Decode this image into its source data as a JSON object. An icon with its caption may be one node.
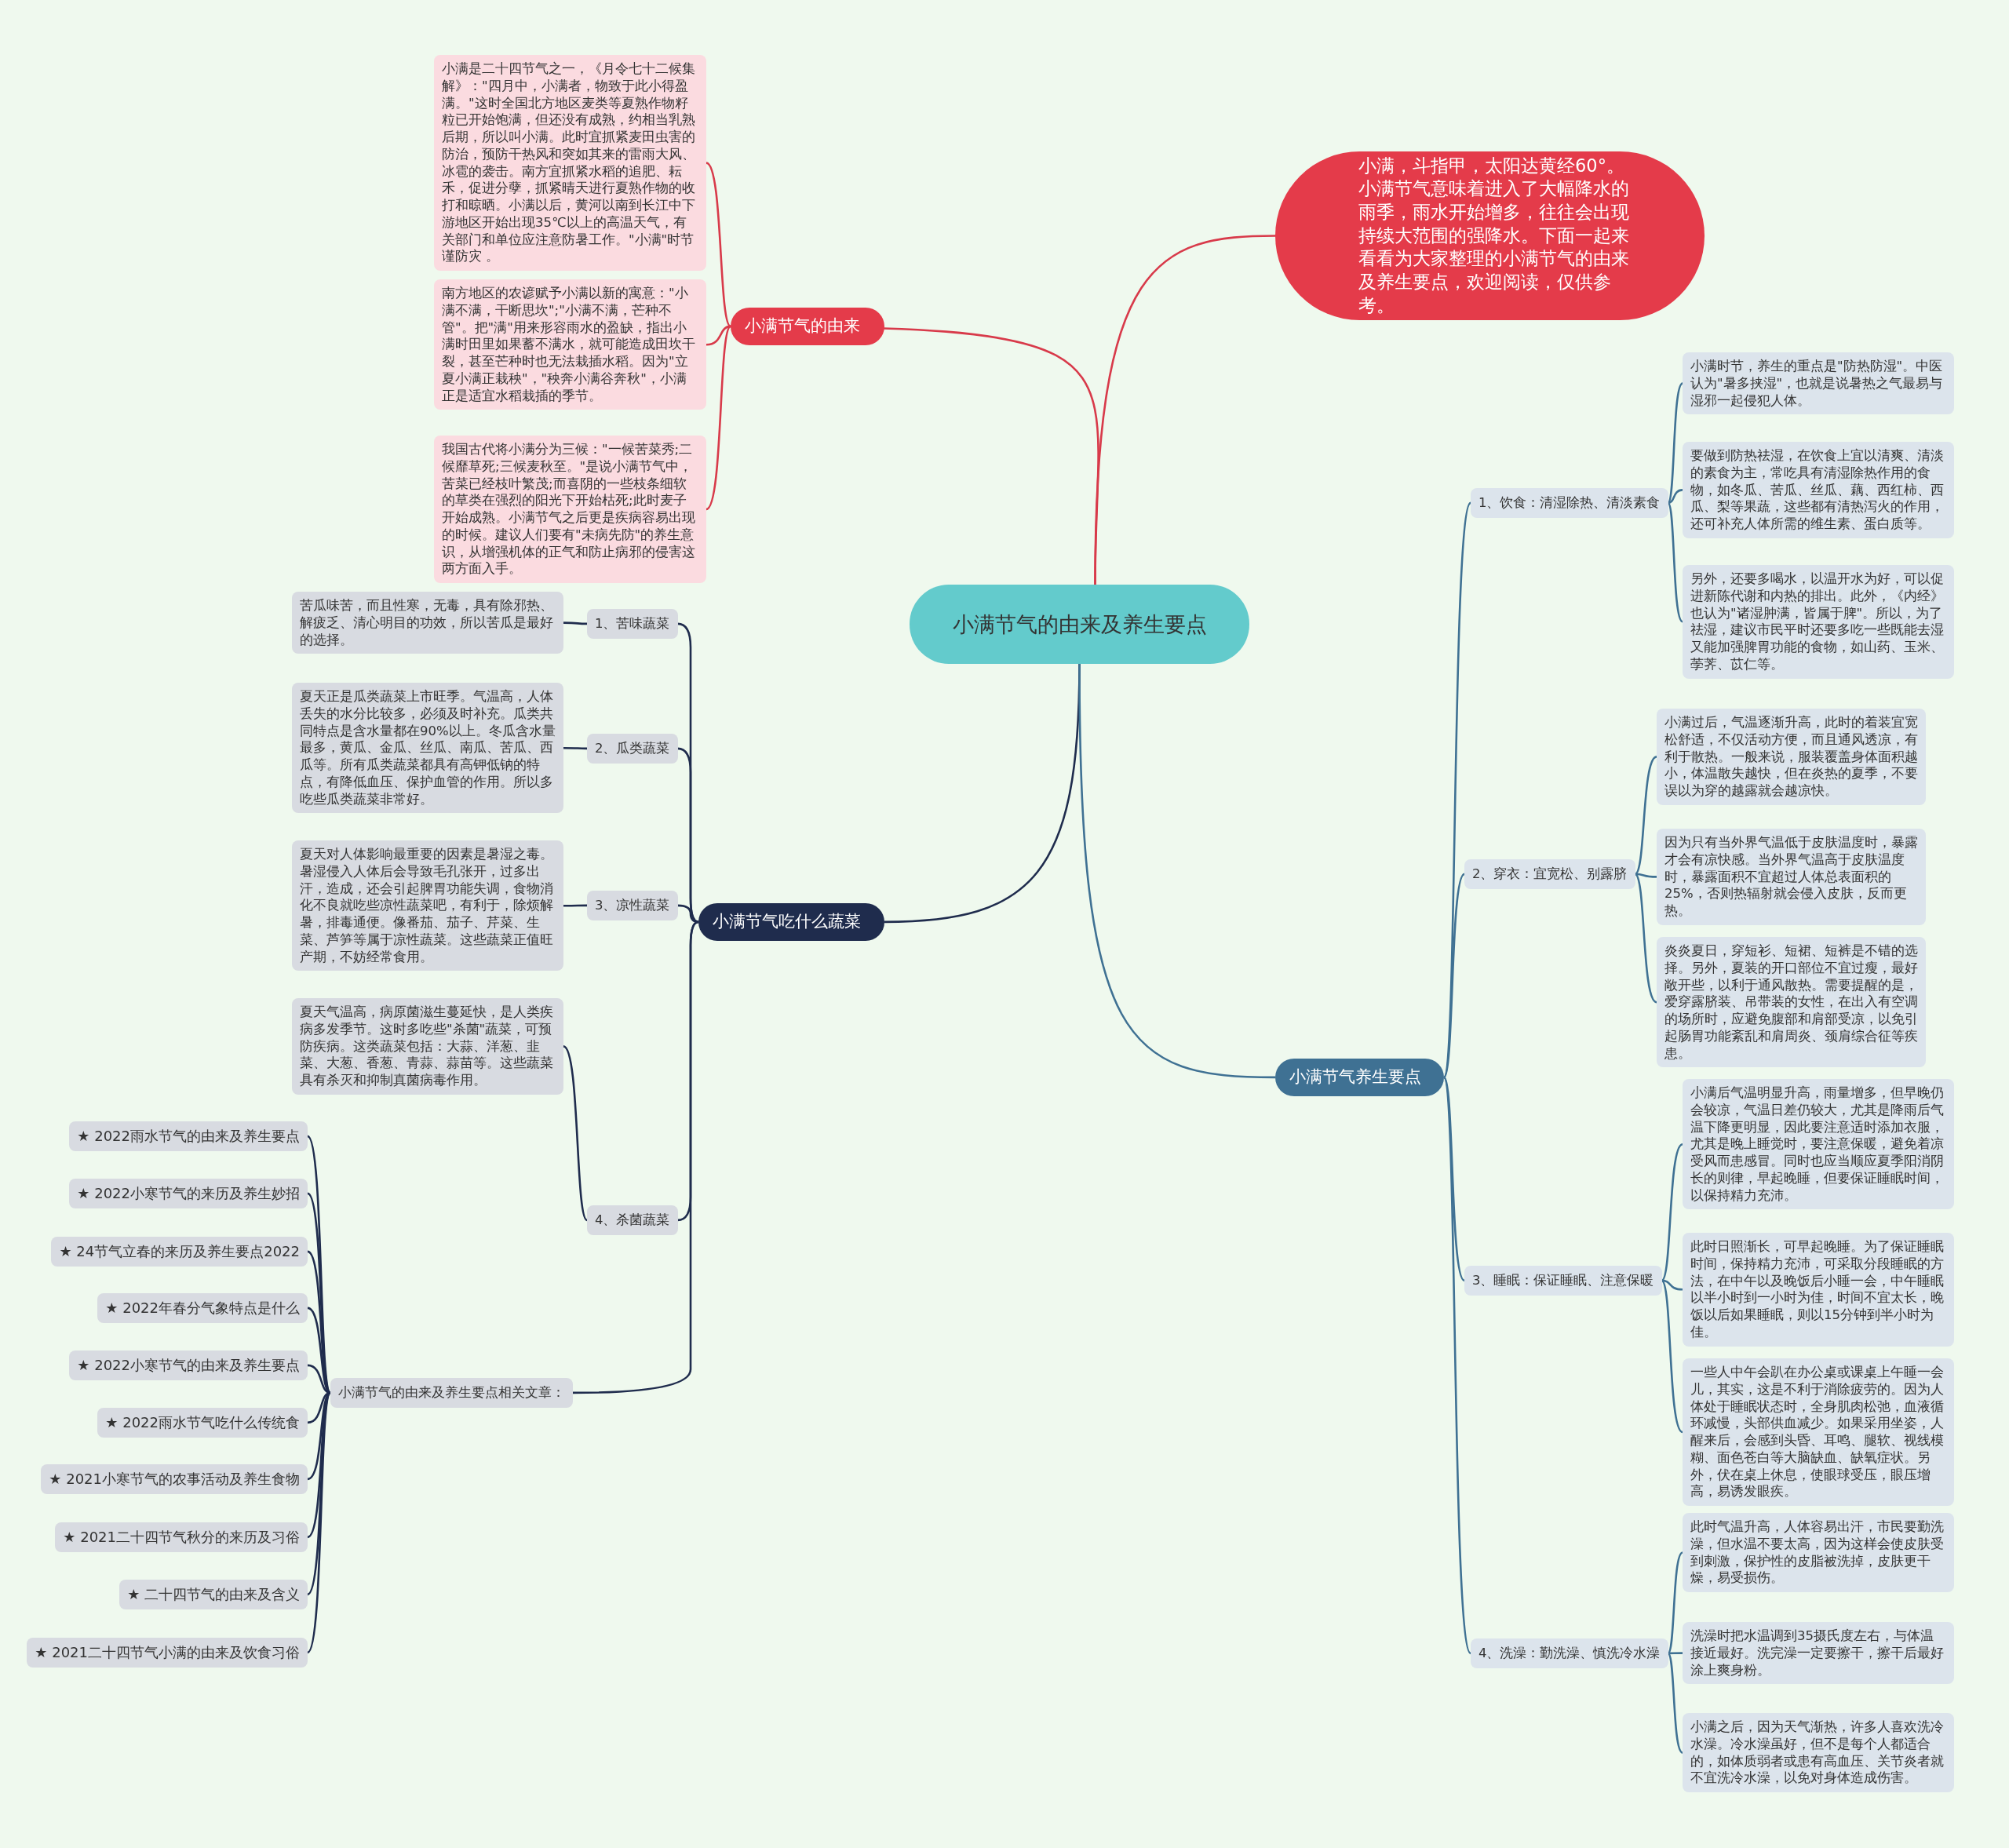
{
  "diagram": {
    "nodes": [
      {
        "text": [
          "小满节气的由来及养生要点"
        ]
      },
      {
        "text": [
          "小满，斗指甲，太阳达黄经60°。小满节气意味着进入了大幅降水的雨季，雨水开始增多，往往会出现持续大范围的强降水。下面一起来看看为大家整理的小满节气的由来及养生要点，欢迎阅读，仅供参考。"
        ]
      },
      {
        "text": [
          "小满节气的由来"
        ]
      },
      {
        "text": [
          "小满是二十四节气之一，《月令七十二候集解》：\"四月中，小满者，物致于此小得盈满。\"这时全国北方地区麦类等夏熟作物籽粒已开始饱满，但还没有成熟，约相当乳熟后期，所以叫小满。此时宜抓紧麦田虫害的防治，预防干热风和突如其来的雷雨大风、冰雹的袭击。南方宜抓紧水稻的追肥、耘禾，促进分孽，抓紧晴天进行夏熟作物的收打和晾晒。小满以后，黄河以南到长江中下游地区开始出现35℃以上的高温天气，有关部门和单位应注意防暑工作。\"小满\"时节谨防灾 。"
        ]
      },
      {
        "text": [
          "南方地区的农谚赋予小满以新的寓意：\"小满不满，干断思坎\";\"小满不满，芒种不管\"。把\"满\"用来形容雨水的盈缺，指出小满时田里如果蓄不满水，就可能造成田坎干裂，甚至芒种时也无法栽插水稻。因为\"立夏小满正栽秧\"，\"秧奔小满谷奔秋\"，小满正是适宜水稻栽插的季节。"
        ]
      },
      {
        "text": [
          "我国古代将小满分为三候：\"一候苦菜秀;二候靡草死;三候麦秋至。\"是说小满节气中，苦菜已经枝叶繁茂;而喜阴的一些枝条细软的草类在强烈的阳光下开始枯死;此时麦子开始成熟。小满节气之后更是疾病容易出现的时候。建议人们要有\"未病先防\"的养生意识，从增强机体的正气和防止病邪的侵害这两方面入手。"
        ]
      },
      {
        "text": [
          "小满节气吃什么蔬菜"
        ]
      },
      {
        "text": [
          "1、苦味蔬菜"
        ]
      },
      {
        "text": [
          "苦瓜味苦，而且性寒，无毒，具有除邪热、解疲乏、清心明目的功效，所以苦瓜是最好的选择。"
        ]
      },
      {
        "text": [
          "2、瓜类蔬菜"
        ]
      },
      {
        "text": [
          "夏天正是瓜类蔬菜上市旺季。气温高，人体丢失的水分比较多，必须及时补充。瓜类共同特点是含水量都在90%以上。冬瓜含水量最多，黄瓜、金瓜、丝瓜、南瓜、苦瓜、西瓜等。所有瓜类蔬菜都具有高钾低钠的特点，有降低血压、保护血管的作用。所以多吃些瓜类蔬菜非常好。"
        ]
      },
      {
        "text": [
          "3、凉性蔬菜"
        ]
      },
      {
        "text": [
          "夏天对人体影响最重要的因素是暑湿之毒。暑湿侵入人体后会导致毛孔张开，过多出汗，造成，还会引起脾胃功能失调，食物消化不良就吃些凉性蔬菜吧，有利于，除烦解暑，排毒通便。像番茄、茄子、芹菜、生菜、芦笋等属于凉性蔬菜。这些蔬菜正值旺产期，不妨经常食用。"
        ]
      },
      {
        "text": [
          "4、杀菌蔬菜"
        ]
      },
      {
        "text": [
          "夏天气温高，病原菌滋生蔓延快，是人类疾病多发季节。这时多吃些\"杀菌\"蔬菜，可预防疾病。这类蔬菜包括：大蒜、洋葱、韭菜、大葱、香葱、青蒜、蒜苗等。这些蔬菜具有杀灭和抑制真菌病毒作用。"
        ]
      },
      {
        "text": [
          "小满节气的由来及养生要点相关文章："
        ]
      },
      {
        "text": [
          "★ 2022雨水节气的由来及养生要点"
        ]
      },
      {
        "text": [
          "★ 2022小寒节气的来历及养生妙招"
        ]
      },
      {
        "text": [
          "★ 24节气立春的来历及养生要点2022"
        ]
      },
      {
        "text": [
          "★ 2022年春分气象特点是什么"
        ]
      },
      {
        "text": [
          "★ 2022小寒节气的由来及养生要点"
        ]
      },
      {
        "text": [
          "★ 2022雨水节气吃什么传统食"
        ]
      },
      {
        "text": [
          "★ 2021小寒节气的农事活动及养生食物"
        ]
      },
      {
        "text": [
          "★ 2021二十四节气秋分的来历及习俗"
        ]
      },
      {
        "text": [
          "★ 二十四节气的由来及含义"
        ]
      },
      {
        "text": [
          "★ 2021二十四节气小满的由来及饮食习俗"
        ]
      },
      {
        "text": [
          "小满节气养生要点"
        ]
      },
      {
        "text": [
          "1、饮食：清湿除热、清淡素食"
        ]
      },
      {
        "text": [
          "小满时节，养生的重点是\"防热防湿\"。中医认为\"暑多挟湿\"，也就是说暑热之气最易与湿邪一起侵犯人体。"
        ]
      },
      {
        "text": [
          "要做到防热祛湿，在饮食上宜以清爽、清淡的素食为主，常吃具有清湿除热作用的食物，如冬瓜、苦瓜、丝瓜、藕、西红柿、西瓜、梨等果蔬，这些都有清热泻火的作用，还可补充人体所需的维生素、蛋白质等。"
        ]
      },
      {
        "text": [
          "另外，还要多喝水，以温开水为好，可以促进新陈代谢和内热的排出。此外，《内经》也认为\"诸湿肿满，皆属于脾\"。所以，为了祛湿，建议市民平时还要多吃一些既能去湿又能加强脾胃功能的食物，如山药、玉米、荸荠、苡仁等。"
        ]
      },
      {
        "text": [
          "2、穿衣：宜宽松、别露脐"
        ]
      },
      {
        "text": [
          "小满过后，气温逐渐升高，此时的着装宜宽松舒适，不仅活动方便，而且通风透凉，有利于散热。一般来说，服装覆盖身体面积越小，体温散失越快，但在炎热的夏季，不要误以为穿的越露就会越凉快。"
        ]
      },
      {
        "text": [
          "因为只有当外界气温低于皮肤温度时，暴露才会有凉快感。当外界气温高于皮肤温度时，暴露面积不宜超过人体总表面积的25%，否则热辐射就会侵入皮肤，反而更热。"
        ]
      },
      {
        "text": [
          "炎炎夏日，穿短衫、短裙、短裤是不错的选择。另外，夏装的开口部位不宜过瘦，最好敞开些，以利于通风散热。需要提醒的是，爱穿露脐装、吊带装的女性，在出入有空调的场所时，应避免腹部和肩部受凉，以免引起肠胃功能紊乱和肩周炎、颈肩综合征等疾患。"
        ]
      },
      {
        "text": [
          "3、睡眠：保证睡眠、注意保暖"
        ]
      },
      {
        "text": [
          "小满后气温明显升高，雨量增多，但早晚仍会较凉，气温日差仍较大，尤其是降雨后气温下降更明显，因此要注意适时添加衣服，尤其是晚上睡觉时，要注意保暖，避免着凉受风而患感冒。同时也应当顺应夏季阳消阴长的则律，早起晚睡，但要保证睡眠时间，以保持精力充沛。"
        ]
      },
      {
        "text": [
          "此时日照渐长，可早起晚睡。为了保证睡眠时间，保持精力充沛，可采取分段睡眠的方法，在中午以及晚饭后小睡一会，中午睡眠以半小时到一小时为佳，时间不宜太长，晚饭以后如果睡眠，则以15分钟到半小时为佳。"
        ]
      },
      {
        "text": [
          "一些人中午会趴在办公桌或课桌上午睡一会儿，其实，这是不利于消除疲劳的。因为人体处于睡眠状态时，全身肌肉松弛，血液循环减慢，头部供血减少。如果采用坐姿，人醒来后，会感到头昏、耳鸣、腿软、视线模糊、面色苍白等大脑缺血、缺氧症状。另外，伏在桌上休息，使眼球受压，眼压增高，易诱发眼疾。"
        ]
      },
      {
        "text": [
          "4、洗澡：勤洗澡、慎洗冷水澡"
        ]
      },
      {
        "text": [
          "此时气温升高，人体容易出汗，市民要勤洗澡，但水温不要太高，因为这样会使皮肤受到刺激，保护性的皮脂被洗掉，皮肤更干燥，易受损伤。"
        ]
      },
      {
        "text": [
          "洗澡时把水温调到35摄氏度左右，与体温接近最好。洗完澡一定要擦干，擦干后最好涂上爽身粉。"
        ]
      },
      {
        "text": [
          "小满之后，因为天气渐热，许多人喜欢洗冷水澡。冷水澡虽好，但不是每个人都适合的，如体质弱者或患有高血压、关节炎者就不宜洗冷水澡，以免对身体造成伤害。"
        ]
      }
    ],
    "edges": [
      {
        "from": 0,
        "to": 1,
        "arrow": "none",
        "color": "#d83a4a"
      },
      {
        "from": 0,
        "to": 2,
        "arrow": "none",
        "color": "#d83a4a"
      },
      {
        "from": 2,
        "to": 3,
        "arrow": "none",
        "color": "#d83a4a"
      },
      {
        "from": 2,
        "to": 4,
        "arrow": "none",
        "color": "#d83a4a"
      },
      {
        "from": 2,
        "to": 5,
        "arrow": "none",
        "color": "#d83a4a"
      },
      {
        "from": 0,
        "to": 6,
        "arrow": "none"
      },
      {
        "from": 6,
        "to": 7,
        "arrow": "none"
      },
      {
        "from": 7,
        "to": 8,
        "arrow": "none"
      },
      {
        "from": 6,
        "to": 9,
        "arrow": "none"
      },
      {
        "from": 9,
        "to": 10,
        "arrow": "none"
      },
      {
        "from": 6,
        "to": 11,
        "arrow": "none"
      },
      {
        "from": 11,
        "to": 12,
        "arrow": "none"
      },
      {
        "from": 6,
        "to": 13,
        "arrow": "none"
      },
      {
        "from": 13,
        "to": 14,
        "arrow": "none"
      },
      {
        "from": 6,
        "to": 15,
        "arrow": "none"
      },
      {
        "from": 15,
        "to": 16,
        "arrow": "none"
      },
      {
        "from": 15,
        "to": 17,
        "arrow": "none"
      },
      {
        "from": 15,
        "to": 18,
        "arrow": "none"
      },
      {
        "from": 15,
        "to": 19,
        "arrow": "none"
      },
      {
        "from": 15,
        "to": 20,
        "arrow": "none"
      },
      {
        "from": 15,
        "to": 21,
        "arrow": "none"
      },
      {
        "from": 15,
        "to": 22,
        "arrow": "none"
      },
      {
        "from": 15,
        "to": 23,
        "arrow": "none"
      },
      {
        "from": 15,
        "to": 24,
        "arrow": "none"
      },
      {
        "from": 15,
        "to": 25,
        "arrow": "none"
      },
      {
        "from": 0,
        "to": 26,
        "arrow": "none",
        "color": "#3f7193"
      },
      {
        "from": 26,
        "to": 27,
        "arrow": "none",
        "color": "#3f7193"
      },
      {
        "from": 27,
        "to": 28,
        "arrow": "none",
        "color": "#3f7193"
      },
      {
        "from": 27,
        "to": 29,
        "arrow": "none",
        "color": "#3f7193"
      },
      {
        "from": 27,
        "to": 30,
        "arrow": "none",
        "color": "#3f7193"
      },
      {
        "from": 26,
        "to": 31,
        "arrow": "none",
        "color": "#3f7193"
      },
      {
        "from": 31,
        "to": 32,
        "arrow": "none",
        "color": "#3f7193"
      },
      {
        "from": 31,
        "to": 33,
        "arrow": "none",
        "color": "#3f7193"
      },
      {
        "from": 31,
        "to": 34,
        "arrow": "none",
        "color": "#3f7193"
      },
      {
        "from": 26,
        "to": 35,
        "arrow": "none",
        "color": "#3f7193"
      },
      {
        "from": 35,
        "to": 36,
        "arrow": "none",
        "color": "#3f7193"
      },
      {
        "from": 35,
        "to": 37,
        "arrow": "none",
        "color": "#3f7193"
      },
      {
        "from": 35,
        "to": 38,
        "arrow": "none",
        "color": "#3f7193"
      },
      {
        "from": 26,
        "to": 39,
        "arrow": "none",
        "color": "#3f7193"
      },
      {
        "from": 39,
        "to": 40,
        "arrow": "none",
        "color": "#3f7193"
      },
      {
        "from": 39,
        "to": 41,
        "arrow": "none",
        "color": "#3f7193"
      },
      {
        "from": 39,
        "to": 42,
        "arrow": "none",
        "color": "#3f7193"
      }
    ]
  }
}
